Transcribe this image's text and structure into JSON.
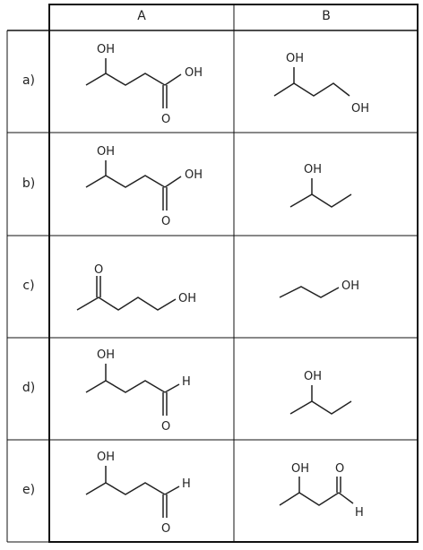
{
  "columns": [
    {
      "id": "A",
      "label": "A"
    },
    {
      "id": "B",
      "label": "B"
    }
  ],
  "rows": [
    {
      "label": "a)",
      "A": {
        "labels": [
          "OH",
          "OH",
          "O"
        ]
      },
      "B": {
        "labels": [
          "OH",
          "OH"
        ]
      }
    },
    {
      "label": "b)",
      "A": {
        "labels": [
          "OH",
          "OH",
          "O"
        ]
      },
      "B": {
        "labels": [
          "OH"
        ]
      }
    },
    {
      "label": "c)",
      "A": {
        "labels": [
          "O",
          "OH"
        ]
      },
      "B": {
        "labels": [
          "OH"
        ]
      }
    },
    {
      "label": "d)",
      "A": {
        "labels": [
          "OH",
          "H",
          "O"
        ]
      },
      "B": {
        "labels": [
          "OH"
        ]
      }
    },
    {
      "label": "e)",
      "A": {
        "labels": [
          "OH",
          "H",
          "O"
        ]
      },
      "B": {
        "labels": [
          "OH",
          "O",
          "H"
        ]
      }
    }
  ]
}
